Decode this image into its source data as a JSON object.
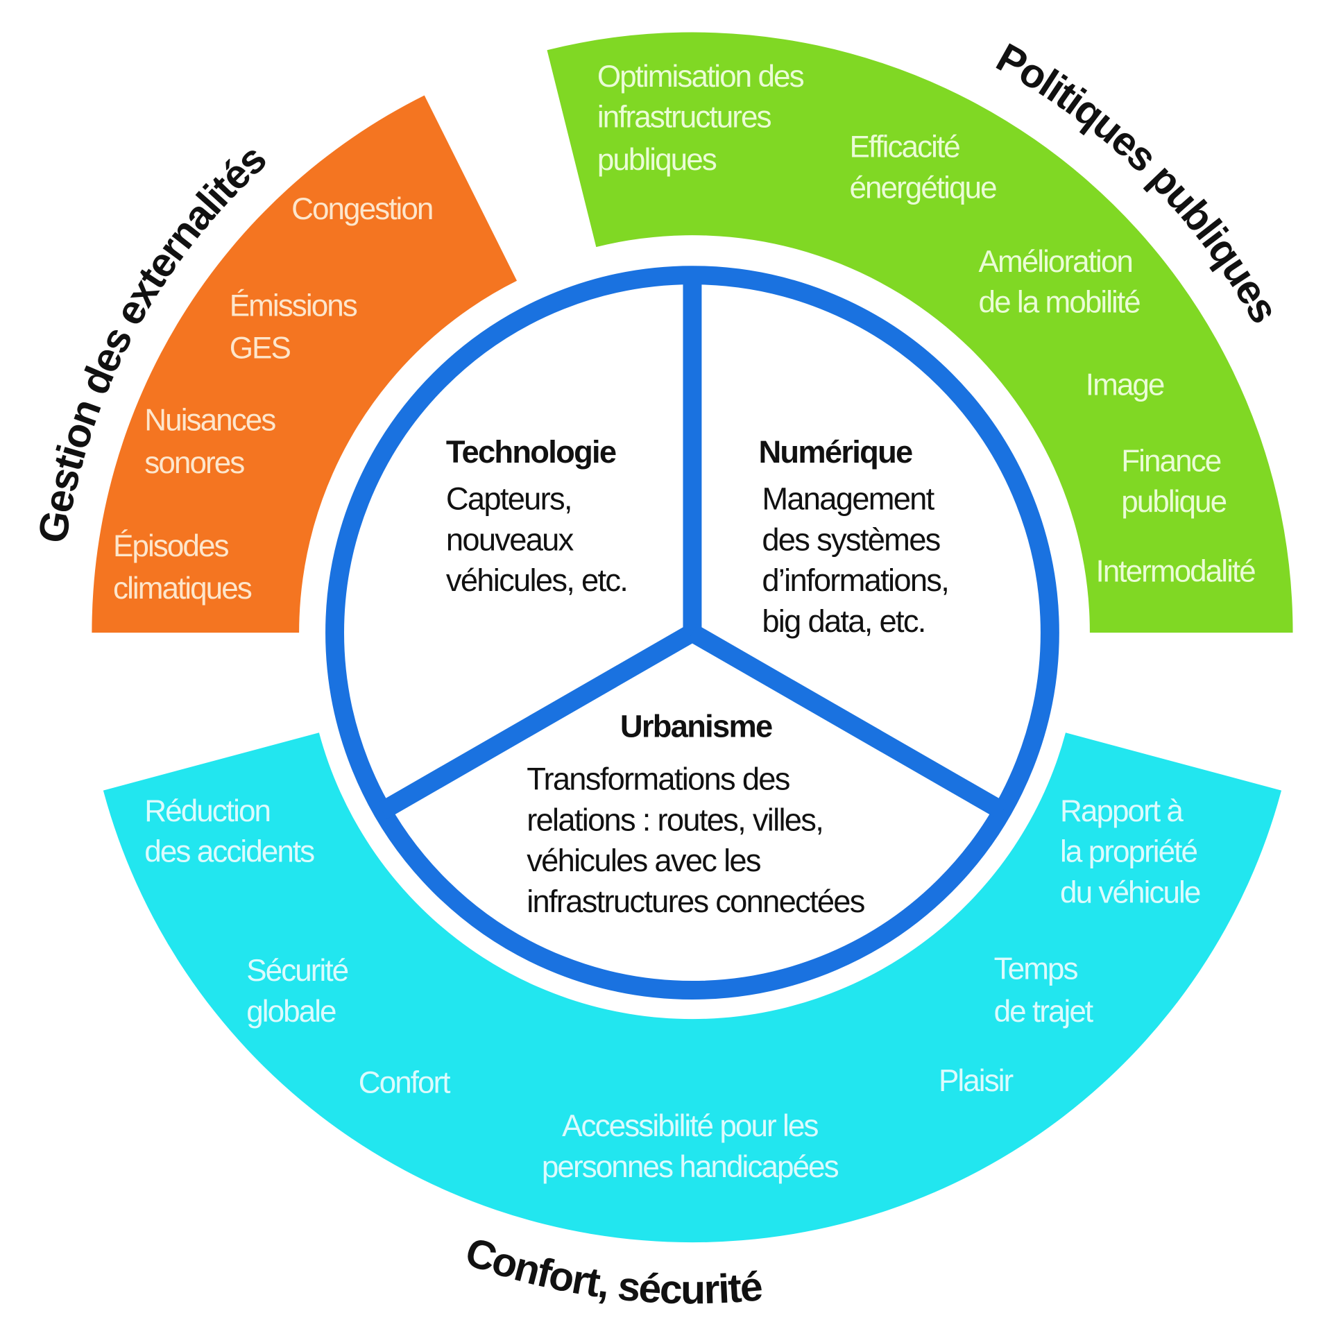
{
  "colors": {
    "orange": "#f47521",
    "green": "#80d824",
    "cyan": "#22e6ef",
    "blue": "#1a72e0"
  },
  "titles": {
    "left": "Gestion des externalités",
    "right": "Politiques publiques",
    "bottom": "Confort, sécurité"
  },
  "orange": {
    "congestion": "Congestion",
    "emissions": [
      "Émissions",
      "GES"
    ],
    "nuisances": [
      "Nuisances",
      "sonores"
    ],
    "episodes": [
      "Épisodes",
      "climatiques"
    ]
  },
  "green": {
    "optimisation": [
      "Optimisation des",
      "infrastructures",
      "publiques"
    ],
    "efficacite": [
      "Efficacité",
      "énergétique"
    ],
    "amelioration": [
      "Amélioration",
      "de la mobilité"
    ],
    "image": "Image",
    "finance": [
      "Finance",
      "publique"
    ],
    "intermodalite": "Intermodalité"
  },
  "cyan": {
    "reduction": [
      "Réduction",
      "des accidents"
    ],
    "securite": [
      "Sécurité",
      "globale"
    ],
    "confort": "Confort",
    "accessibilite": [
      "Accessibilité pour les",
      "personnes handicapées"
    ],
    "plaisir": "Plaisir",
    "temps": [
      "Temps",
      "de trajet"
    ],
    "rapport": [
      "Rapport à",
      "la propriété",
      "du véhicule"
    ]
  },
  "center": {
    "technologie": {
      "title": "Technologie",
      "lines": [
        "Capteurs,",
        "nouveaux",
        "véhicules, etc."
      ]
    },
    "numerique": {
      "title": "Numérique",
      "lines": [
        "Management",
        "des systèmes",
        "d’informations,",
        "big data, etc."
      ]
    },
    "urbanisme": {
      "title": "Urbanisme",
      "lines": [
        "Transformations des",
        "relations : routes, villes,",
        "véhicules avec les",
        "infrastructures connectées"
      ]
    }
  }
}
